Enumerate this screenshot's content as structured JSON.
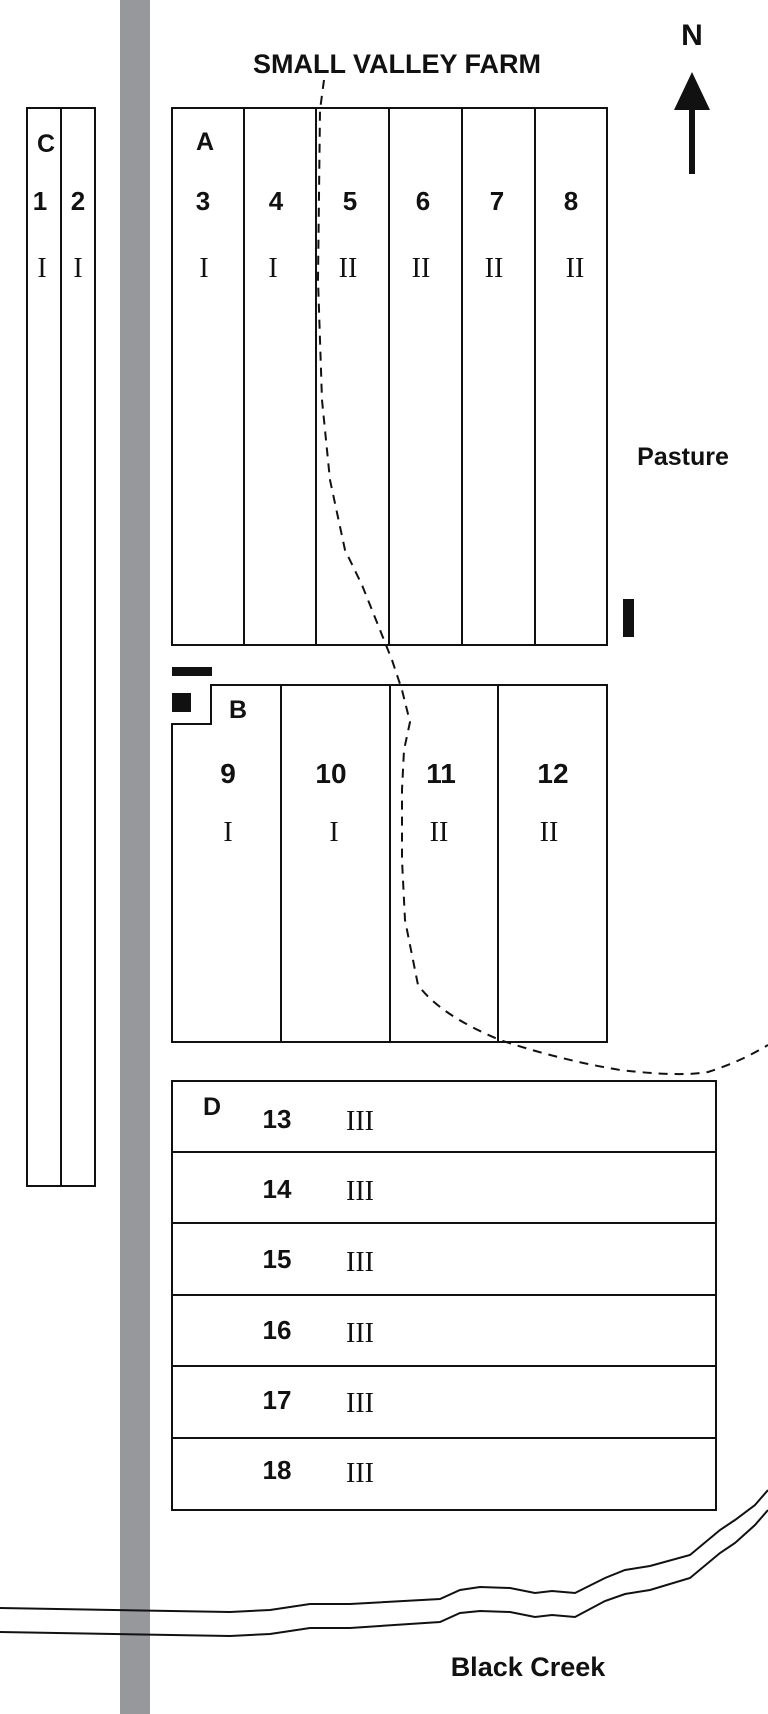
{
  "title": "SMALL VALLEY FARM",
  "compass": {
    "label": "N"
  },
  "labels": {
    "pasture": "Pasture",
    "creek": "Black Creek"
  },
  "colors": {
    "road": "#97989c",
    "ink": "#111111",
    "background": "#ffffff"
  },
  "sections": {
    "A": {
      "label": "A",
      "plots": [
        {
          "num": "3",
          "class": "I"
        },
        {
          "num": "4",
          "class": "I"
        },
        {
          "num": "5",
          "class": "II"
        },
        {
          "num": "6",
          "class": "II"
        },
        {
          "num": "7",
          "class": "II"
        },
        {
          "num": "8",
          "class": "II"
        }
      ]
    },
    "B": {
      "label": "B",
      "plots": [
        {
          "num": "9",
          "class": "I"
        },
        {
          "num": "10",
          "class": "I"
        },
        {
          "num": "11",
          "class": "II"
        },
        {
          "num": "12",
          "class": "II"
        }
      ]
    },
    "C": {
      "label": "C",
      "plots": [
        {
          "num": "1",
          "class": "I"
        },
        {
          "num": "2",
          "class": "I"
        }
      ]
    },
    "D": {
      "label": "D",
      "plots": [
        {
          "num": "13",
          "class": "III"
        },
        {
          "num": "14",
          "class": "III"
        },
        {
          "num": "15",
          "class": "III"
        },
        {
          "num": "16",
          "class": "III"
        },
        {
          "num": "17",
          "class": "III"
        },
        {
          "num": "18",
          "class": "III"
        }
      ]
    }
  }
}
